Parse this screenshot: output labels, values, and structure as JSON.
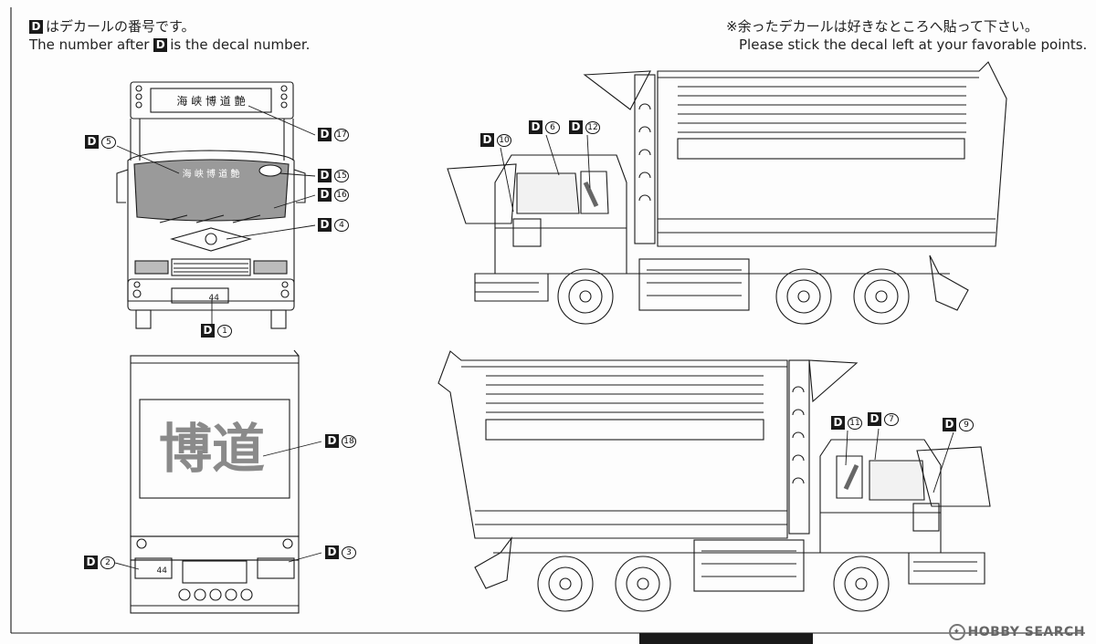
{
  "header": {
    "left_line1": "はデカールの番号です。",
    "left_line2_pre": "The number after",
    "left_line2_post": "is the decal number.",
    "right_line1": "※余ったデカールは好きなところへ貼って下さい。",
    "right_line2": "Please stick the decal left at your favorable points.",
    "decal_letter": "D"
  },
  "callouts": [
    {
      "id": "c17",
      "num": "17"
    },
    {
      "id": "c5",
      "num": "5"
    },
    {
      "id": "c15",
      "num": "15"
    },
    {
      "id": "c16",
      "num": "16"
    },
    {
      "id": "c4",
      "num": "4"
    },
    {
      "id": "c1",
      "num": "1"
    },
    {
      "id": "c10",
      "num": "10"
    },
    {
      "id": "c6",
      "num": "6"
    },
    {
      "id": "c12",
      "num": "12"
    },
    {
      "id": "c18",
      "num": "18"
    },
    {
      "id": "c2",
      "num": "2"
    },
    {
      "id": "c3",
      "num": "3"
    },
    {
      "id": "c11",
      "num": "11"
    },
    {
      "id": "c7",
      "num": "7"
    },
    {
      "id": "c9",
      "num": "9"
    }
  ],
  "labels": {
    "front_sign": "海 峡 博 道 艶",
    "visor_text": "海 峡 博 道 艶",
    "rear_big": "博道",
    "plate_num": "44"
  },
  "watermark": "HOBBY SEARCH",
  "colors": {
    "ink": "#1a1a1a",
    "paper": "#fdfdfd",
    "decal_gray": "#8a8a8a"
  }
}
